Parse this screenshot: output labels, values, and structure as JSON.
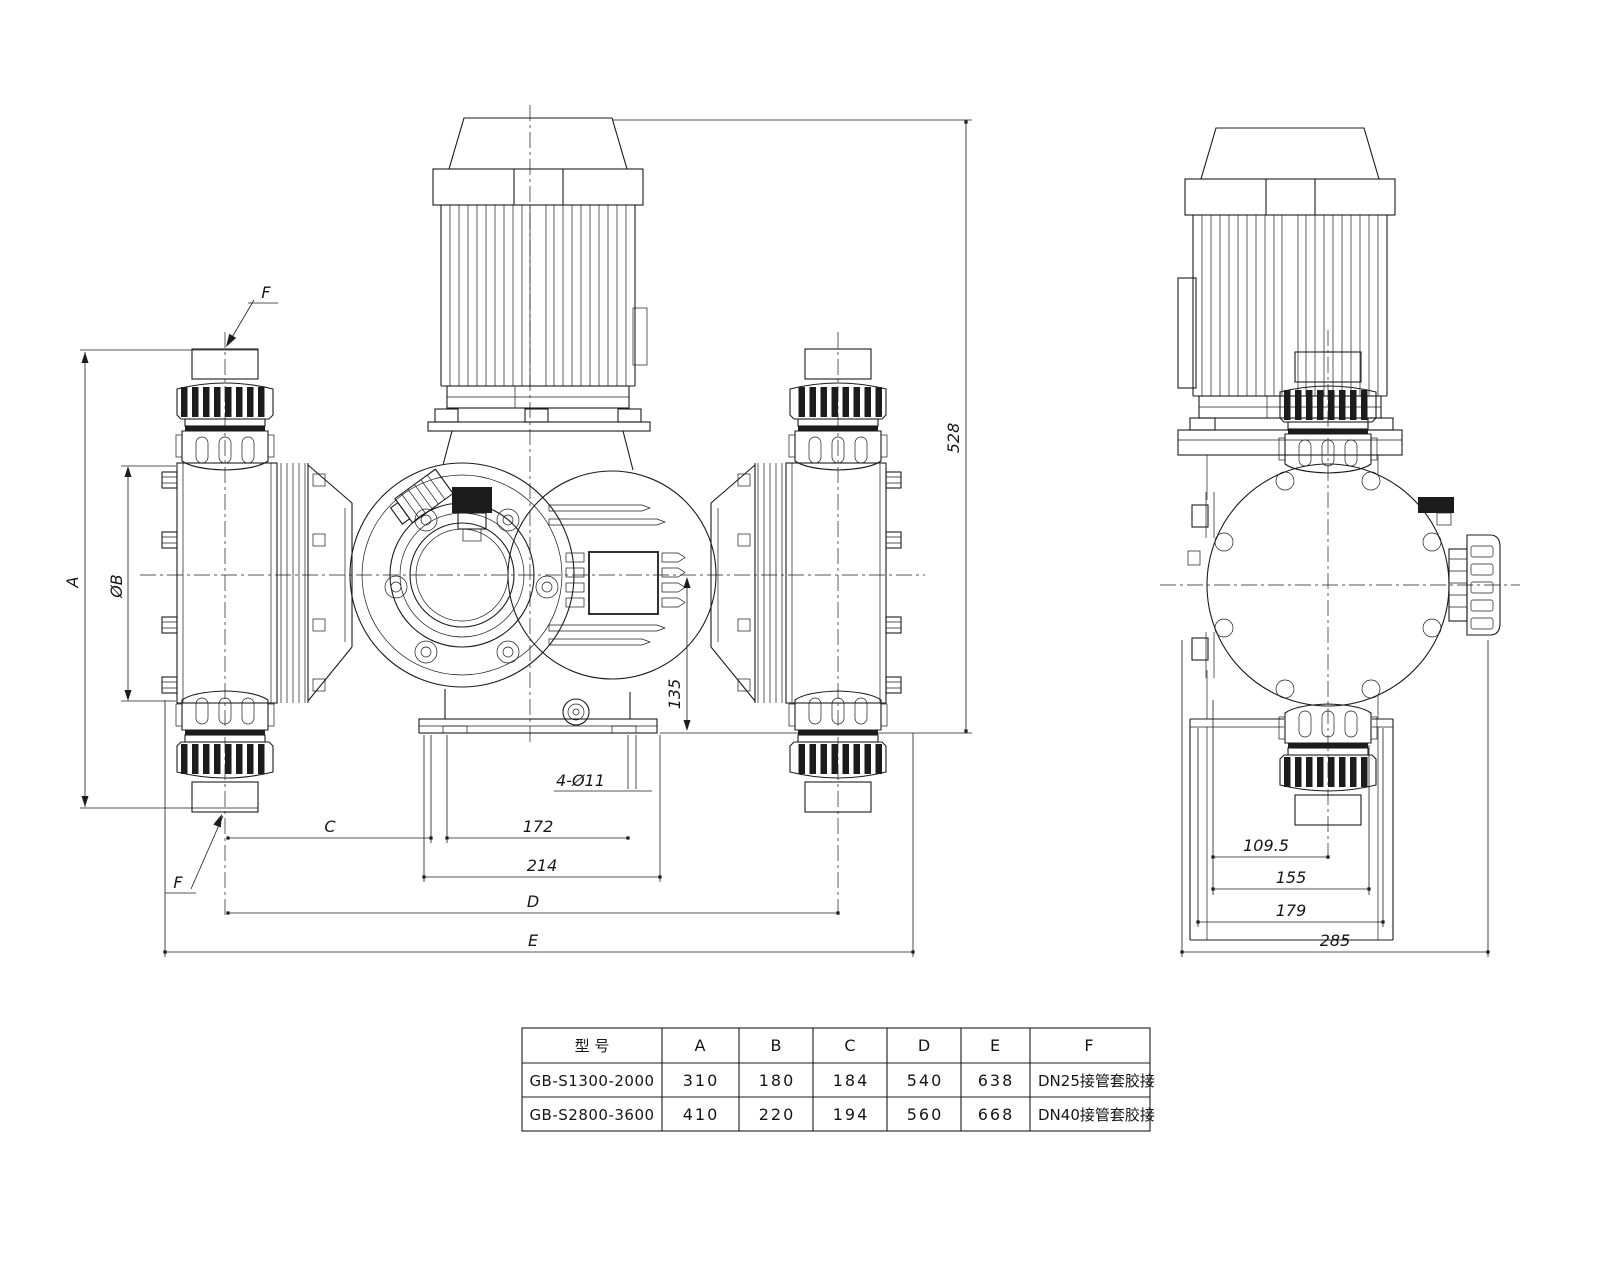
{
  "drawing": {
    "dim_labels": {
      "a": "A",
      "phi_b": "ØB",
      "f": "F",
      "h528": "528",
      "h135": "135",
      "holes": "4-Ø11",
      "c": "C",
      "w172": "172",
      "w214": "214",
      "d": "D",
      "e": "E",
      "d109_5": "109.5",
      "d155": "155",
      "d179": "179",
      "d285": "285"
    }
  },
  "table": {
    "headers": [
      "型 号",
      "A",
      "B",
      "C",
      "D",
      "E",
      "F"
    ],
    "rows": [
      [
        "GB-S1300-2000",
        "310",
        "180",
        "184",
        "540",
        "638",
        "DN25接管套胶接"
      ],
      [
        "GB-S2800-3600",
        "410",
        "220",
        "194",
        "560",
        "668",
        "DN40接管套胶接"
      ]
    ]
  },
  "colors": {
    "line": "#1c1c1c",
    "background": "#ffffff"
  }
}
